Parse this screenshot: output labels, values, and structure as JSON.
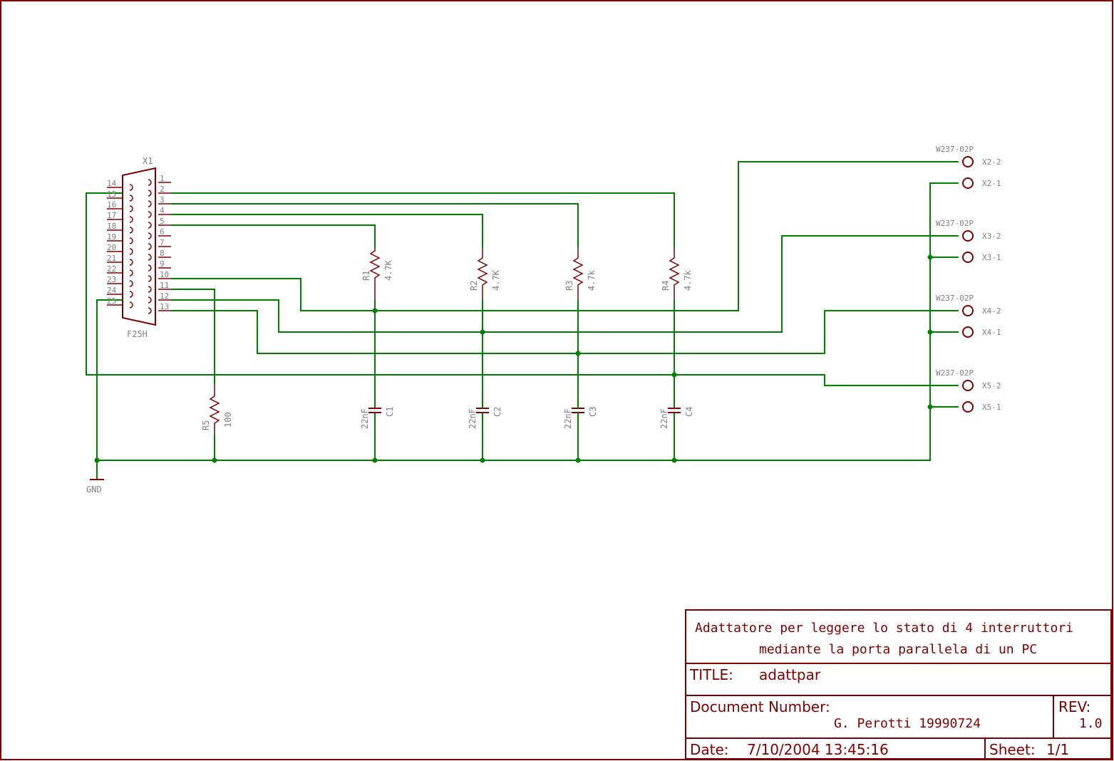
{
  "connector": {
    "ref": "X1",
    "value": "F25H",
    "right_pins": [
      "1",
      "2",
      "3",
      "4",
      "5",
      "6",
      "7",
      "8",
      "9",
      "10",
      "11",
      "12",
      "13"
    ],
    "left_pins": [
      "14",
      "15",
      "16",
      "17",
      "18",
      "19",
      "20",
      "21",
      "22",
      "23",
      "24",
      "25"
    ]
  },
  "resistors": [
    {
      "ref": "R1",
      "value": "4.7K"
    },
    {
      "ref": "R2",
      "value": "4.7K"
    },
    {
      "ref": "R3",
      "value": "4.7k"
    },
    {
      "ref": "R4",
      "value": "4.7k"
    },
    {
      "ref": "R5",
      "value": "100"
    }
  ],
  "capacitors": [
    {
      "ref": "C1",
      "value": "22nF"
    },
    {
      "ref": "C2",
      "value": "22nF"
    },
    {
      "ref": "C3",
      "value": "22nF"
    },
    {
      "ref": "C4",
      "value": "22nF"
    }
  ],
  "terminals": [
    {
      "part": "W237-02P",
      "pin2": "X2-2",
      "pin1": "X2-1"
    },
    {
      "part": "W237-02P",
      "pin2": "X3-2",
      "pin1": "X3-1"
    },
    {
      "part": "W237-02P",
      "pin2": "X4-2",
      "pin1": "X4-1"
    },
    {
      "part": "W237-02P",
      "pin2": "X5-2",
      "pin1": "X5-1"
    }
  ],
  "gnd_label": "GND",
  "title_block": {
    "description_line1": "Adattatore per leggere lo stato di 4 interruttori",
    "description_line2": "mediante la porta parallela di un PC",
    "title_label": "TITLE:",
    "title_value": "adattpar",
    "docnum_label": "Document Number:",
    "docnum_value": "G. Perotti 19990724",
    "rev_label": "REV:",
    "rev_value": "1.0",
    "date_label": "Date:",
    "date_value": "7/10/2004 13:45:16",
    "sheet_label": "Sheet:",
    "sheet_value": "1/1"
  },
  "colors": {
    "symbol": "#800000",
    "wire": "#008000",
    "label": "#808080",
    "background": "#ffffff"
  }
}
